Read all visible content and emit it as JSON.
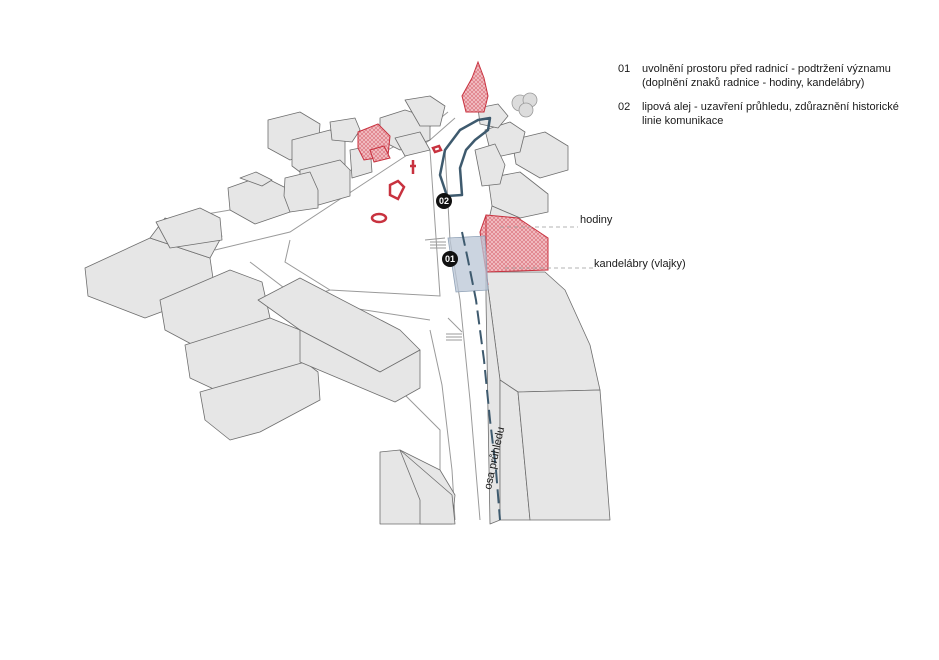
{
  "legend": [
    {
      "num": "01",
      "text": "uvolnění prostoru před radnicí - podtržení významu (doplnění znaků radnice - hodiny, kandelábry)"
    },
    {
      "num": "02",
      "text": "lipová alej - uzavření průhledu, zdůraznění historické linie komunikace"
    }
  ],
  "markers": {
    "m01": "01",
    "m02": "02"
  },
  "annotations": {
    "clock": "hodiny",
    "lamps": "kandelábry (vlajky)",
    "axis": "osa průhledu"
  },
  "colors": {
    "building_fill": "#e6e6e6",
    "building_stroke": "#6e6e6e",
    "highlight_red": "#c8323f",
    "highlight_red_fill": "#eba9b0",
    "alley_blue": "#3e5a6e",
    "square_blue_fill": "#b9c6d6",
    "marker_fill": "#111111"
  }
}
